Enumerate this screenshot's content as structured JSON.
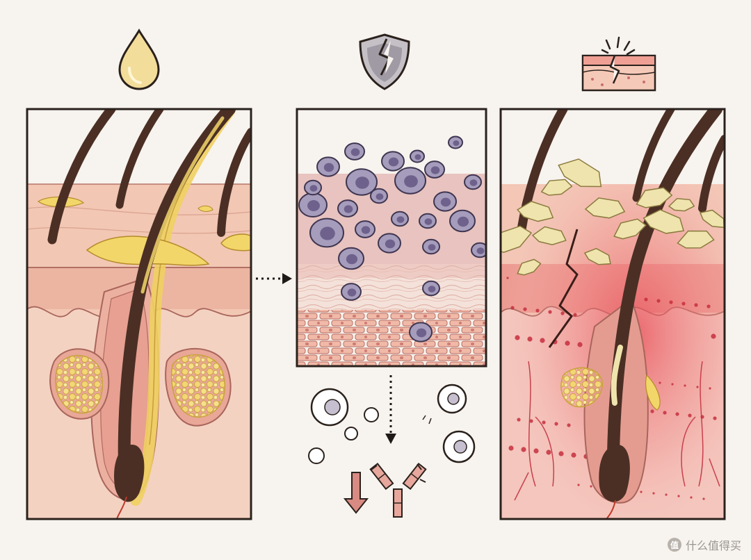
{
  "panels": [
    {
      "id": "sebum",
      "icon": "oil-drop-icon"
    },
    {
      "id": "keratinization",
      "icon": "broken-shield-icon"
    },
    {
      "id": "barrier-damage",
      "icon": "cracked-skin-icon"
    }
  ],
  "watermark": {
    "badge": "值",
    "text": "什么值得买"
  },
  "colors": {
    "background": "#f7f3ee",
    "skin": "#f2c7b3",
    "dermis": "#efc2ad",
    "sebum": "#f2d66a",
    "hair": "#4b2f24",
    "cell": "#8f86a5",
    "inflammation": "#e24b57",
    "scale": "#efe4ad"
  }
}
